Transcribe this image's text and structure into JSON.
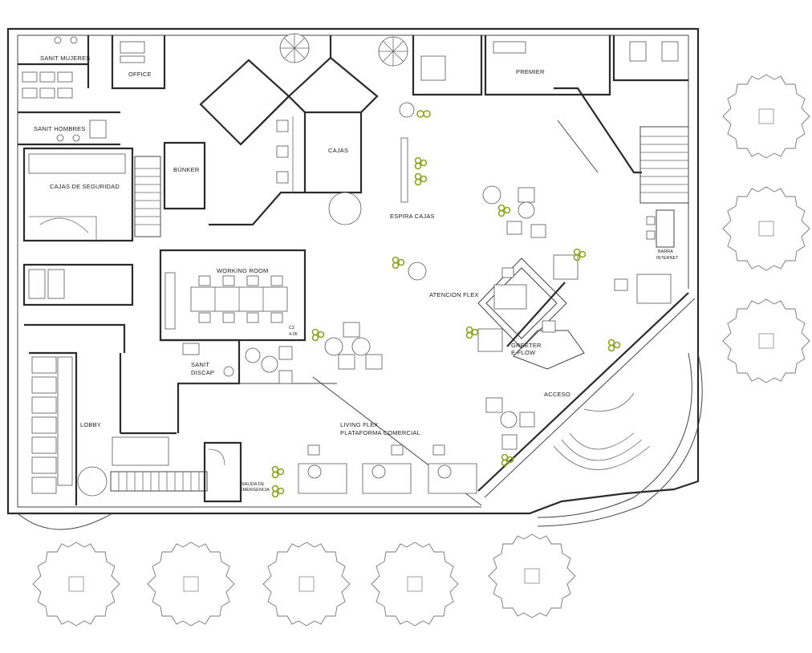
{
  "plan": {
    "rooms": {
      "sanit_mujeres": "SANIT MUJERES",
      "office": "OFFICE",
      "premier": "PREMIER",
      "sanit_hombres": "SANIT HOMBRES",
      "cajas": "CAJAS",
      "bunker": "BÚNKER",
      "cajas_seguridad": "CAJAS DE SEGURIDAD",
      "espira_cajas": "ESPIRA CAJAS",
      "barra_internet_1": "BARRA",
      "barra_internet_2": "INTERNET",
      "working_room": "WORKING ROOM",
      "atencion_flex": "ATENCION FLEX",
      "greeter_1": "GREETER",
      "greeter_2": "E-FLOW",
      "sanit_discap_1": "SANIT",
      "sanit_discap_2": "DISCAP",
      "acceso": "ACCESO",
      "lobby": "LOBBY",
      "living_flex_1": "LIVING FLEX",
      "living_flex_2": "PLATAFORMA COMERCIAL",
      "salida_1": "SALIDA DE",
      "salida_2": "EMERGENCIA",
      "tag_1": "C2",
      "tag_2": "4.05"
    },
    "colors": {
      "walls": "#2b2b2b",
      "plants": "#8aa61b",
      "trees": "#777777"
    }
  }
}
